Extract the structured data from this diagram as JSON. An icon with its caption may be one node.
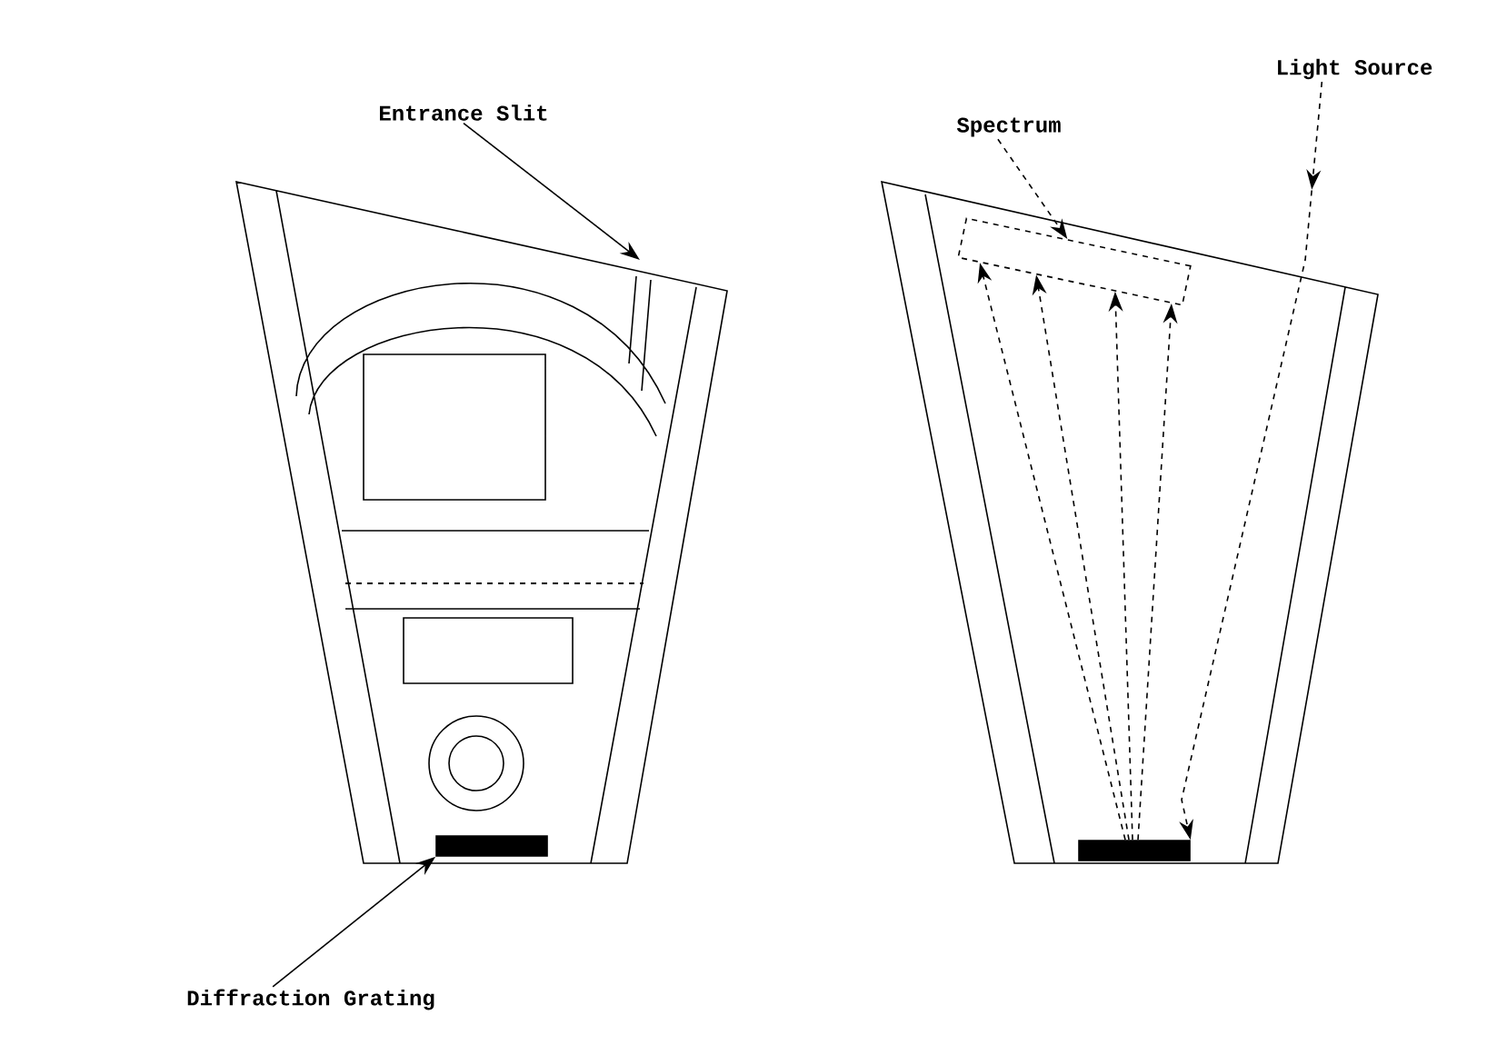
{
  "diagram": {
    "nodes": [
      {
        "text": [
          "Entrance Slit"
        ]
      },
      {
        "text": [
          "Diffraction Grating"
        ]
      },
      {
        "text": [
          "Spectrum"
        ]
      },
      {
        "text": [
          "Light Source"
        ]
      },
      {
        "text": [],
        "shape": "bar"
      },
      {
        "text": [],
        "shape": "bar"
      },
      {
        "text": [],
        "shape": "box"
      }
    ],
    "edges": [
      {
        "from": 0,
        "to": null,
        "arrow": "to"
      },
      {
        "from": 1,
        "to": 4,
        "arrow": "to"
      },
      {
        "from": 2,
        "to": 6,
        "arrow": "to",
        "style": "dashed"
      },
      {
        "from": 3,
        "to": 5,
        "arrow": "to",
        "style": "dashed"
      },
      {
        "from": 5,
        "to": 6,
        "arrow": "to",
        "style": "dashed"
      },
      {
        "from": 5,
        "to": 6,
        "arrow": "to",
        "style": "dashed"
      },
      {
        "from": 5,
        "to": 6,
        "arrow": "to",
        "style": "dashed"
      },
      {
        "from": 5,
        "to": 6,
        "arrow": "to",
        "style": "dashed"
      }
    ]
  }
}
